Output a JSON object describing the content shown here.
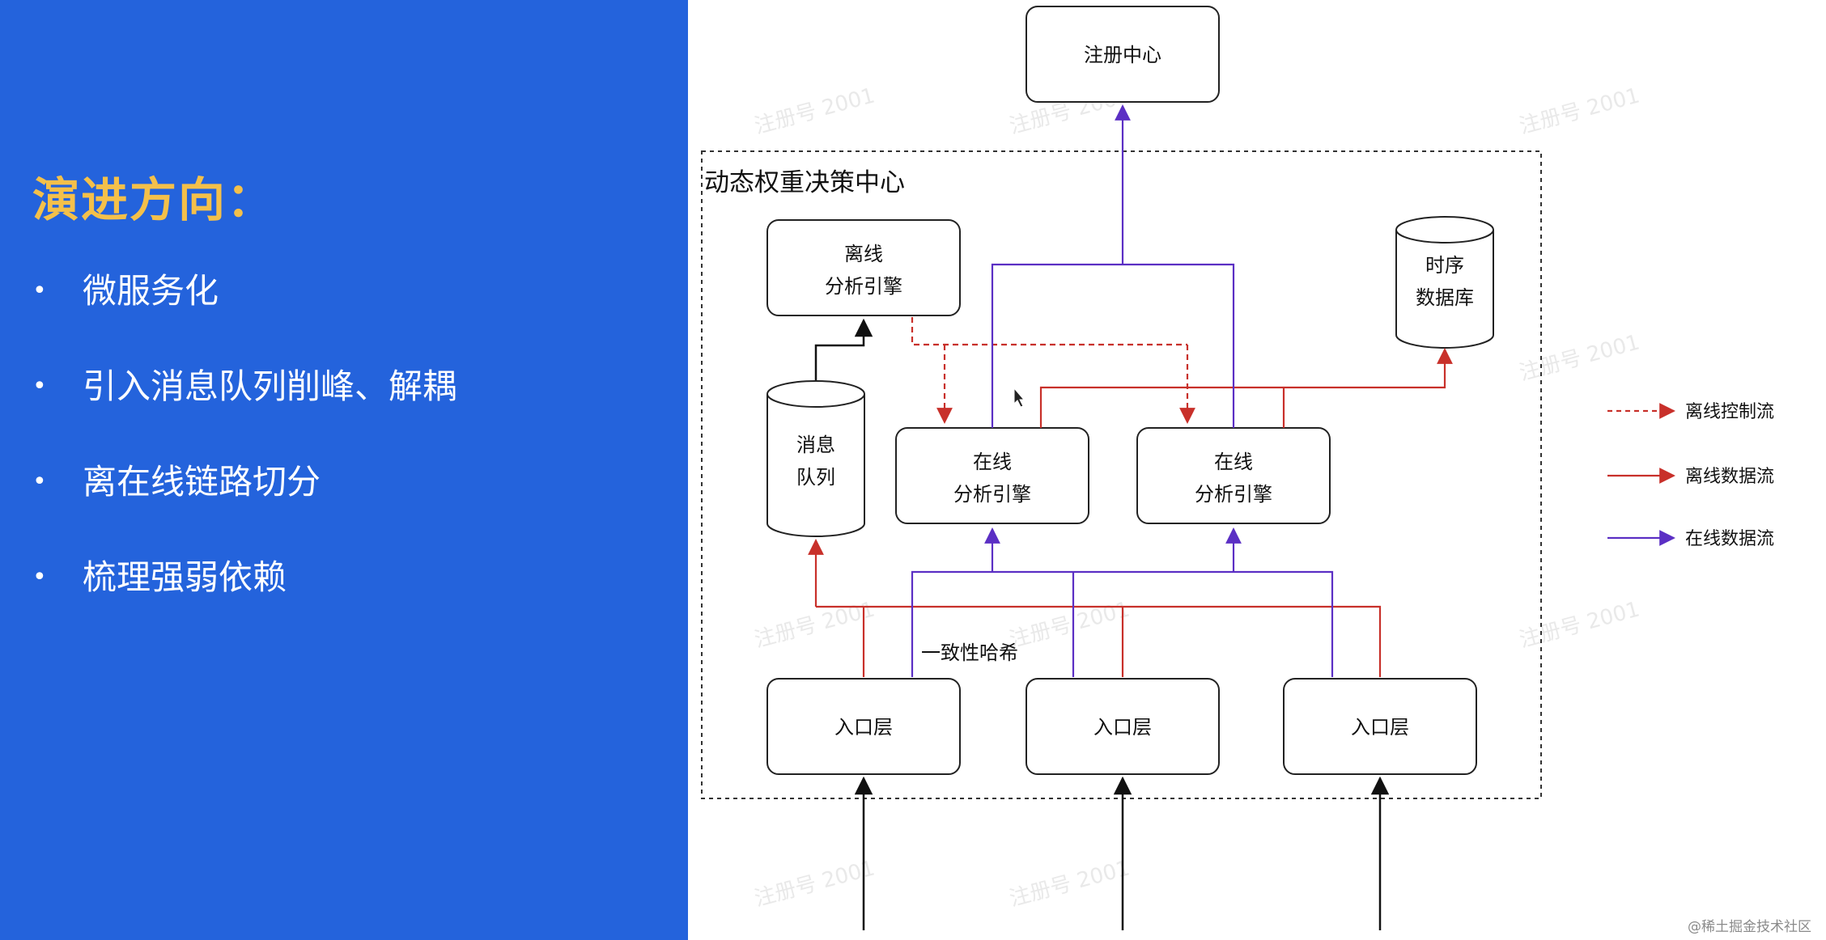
{
  "panel": {
    "title": "演进方向：",
    "bullets": [
      "微服务化",
      "引入消息队列削峰、解耦",
      "离在线链路切分",
      "梳理强弱依赖"
    ]
  },
  "diagram": {
    "group_label": "动态权重决策中心",
    "nodes": {
      "registry": "注册中心",
      "offline_engine": [
        "离线",
        "分析引擎"
      ],
      "tsdb": [
        "时序",
        "数据库"
      ],
      "mq": [
        "消息",
        "队列"
      ],
      "online_engine_1": [
        "在线",
        "分析引擎"
      ],
      "online_engine_2": [
        "在线",
        "分析引擎"
      ],
      "entry_1": "入口层",
      "entry_2": "入口层",
      "entry_3": "入口层"
    },
    "hash_label": "一致性哈希",
    "legend": {
      "offline_control": "离线控制流",
      "offline_data": "离线数据流",
      "online_data": "在线数据流"
    },
    "colors": {
      "offline": "#c8302a",
      "online": "#5b2fc4",
      "neutral": "#111111"
    }
  },
  "footer": {
    "watermark": "@稀土掘金技术社区"
  }
}
